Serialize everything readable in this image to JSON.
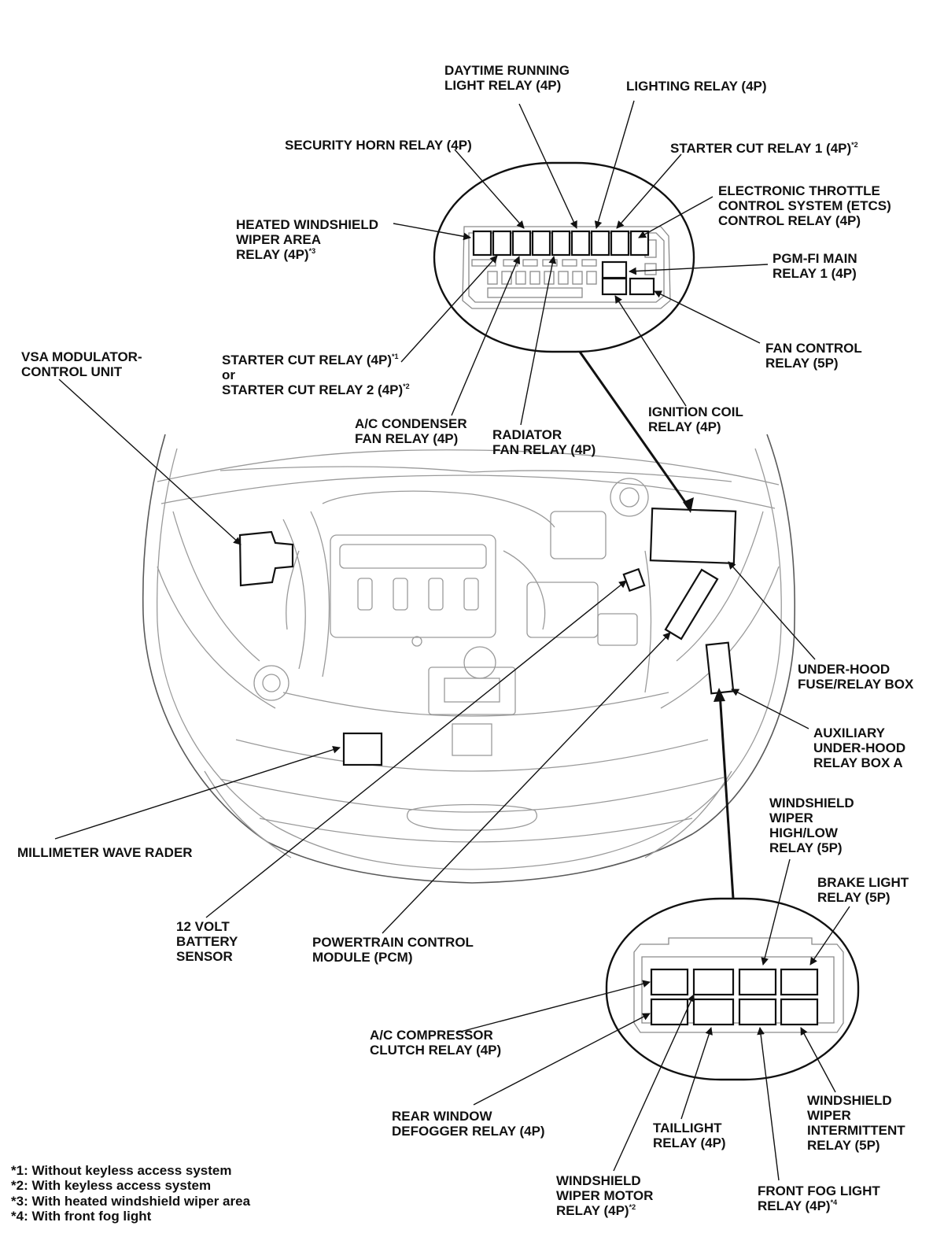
{
  "labels": {
    "daytime_running": "DAYTIME RUNNING\nLIGHT RELAY (4P)",
    "lighting_relay": "LIGHTING RELAY (4P)",
    "security_horn": "SECURITY HORN RELAY (4P)",
    "starter_cut_1": "STARTER CUT RELAY 1 (4P)",
    "starter_cut_1_note": "*2",
    "etcs": "ELECTRONIC THROTTLE\nCONTROL SYSTEM (ETCS)\nCONTROL RELAY (4P)",
    "heated_wiper_l1": "HEATED WINDSHIELD\nWIPER AREA",
    "heated_wiper_l2": "RELAY (4P)",
    "heated_wiper_note": "*3",
    "pgm_fi": "PGM-FI MAIN\nRELAY 1 (4P)",
    "starter_cut_l1": "STARTER CUT RELAY (4P)",
    "starter_cut_l1_note": "*1",
    "starter_cut_or": "or",
    "starter_cut_l3": "STARTER CUT RELAY 2 (4P)",
    "starter_cut_l3_note": "*2",
    "fan_control": "FAN CONTROL\nRELAY (5P)",
    "vsa": "VSA MODULATOR-\nCONTROL UNIT",
    "ignition_coil": "IGNITION COIL\nRELAY (4P)",
    "ac_condenser": "A/C CONDENSER\nFAN RELAY (4P)",
    "radiator_fan": "RADIATOR\nFAN RELAY (4P)",
    "under_hood": "UNDER-HOOD\nFUSE/RELAY BOX",
    "aux_under_hood": "AUXILIARY\nUNDER-HOOD\nRELAY BOX A",
    "wiper_high_low": "WINDSHIELD\nWIPER\nHIGH/LOW\nRELAY (5P)",
    "millimeter": "MILLIMETER WAVE RADER",
    "brake_light": "BRAKE LIGHT\nRELAY (5P)",
    "battery_sensor": "12 VOLT\nBATTERY\nSENSOR",
    "pcm": "POWERTRAIN CONTROL\nMODULE (PCM)",
    "ac_compressor": "A/C COMPRESSOR\nCLUTCH RELAY (4P)",
    "rear_defogger": "REAR WINDOW\nDEFOGGER RELAY (4P)",
    "wiper_intermittent": "WINDSHIELD\nWIPER\nINTERMITTENT\nRELAY (5P)",
    "taillight": "TAILLIGHT\nRELAY (4P)",
    "wiper_motor_l1": "WINDSHIELD\nWIPER MOTOR",
    "wiper_motor_l2": "RELAY (4P)",
    "wiper_motor_note": "*2",
    "front_fog_l1": "FRONT FOG LIGHT",
    "front_fog_l2": "RELAY (4P)",
    "front_fog_note": "*4"
  },
  "footnotes": [
    "*1: Without keyless access system",
    "*2: With keyless access system",
    "*3: With heated windshield wiper area",
    "*4: With front fog light"
  ]
}
